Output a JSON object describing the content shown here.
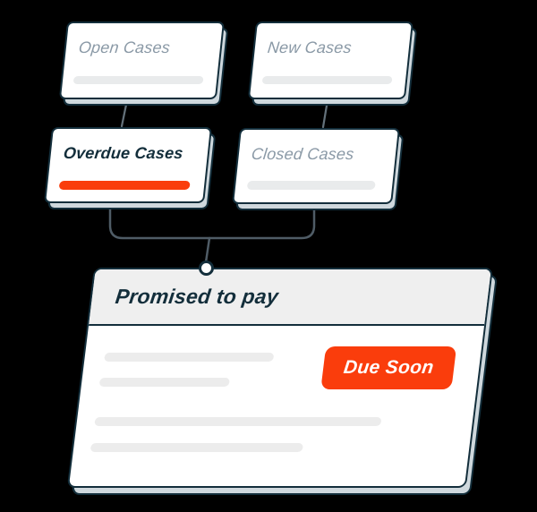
{
  "flow": {
    "nodes": [
      {
        "label": "Open Cases",
        "emphasis": "muted"
      },
      {
        "label": "New Cases",
        "emphasis": "muted"
      },
      {
        "label": "Overdue Cases",
        "emphasis": "selected"
      },
      {
        "label": "Closed Cases",
        "emphasis": "muted"
      }
    ]
  },
  "detail_card": {
    "title": "Promised to pay",
    "badge_label": "Due Soon"
  },
  "colors": {
    "background": "#000000",
    "outline": "#132E3B",
    "accent": "#FA3D0C",
    "muted_text": "#8A99A6",
    "card_side": "#CFD8DD",
    "header_fill": "#EFEFEF",
    "placeholder": "#ECECEC",
    "connector": "#5C6972"
  }
}
